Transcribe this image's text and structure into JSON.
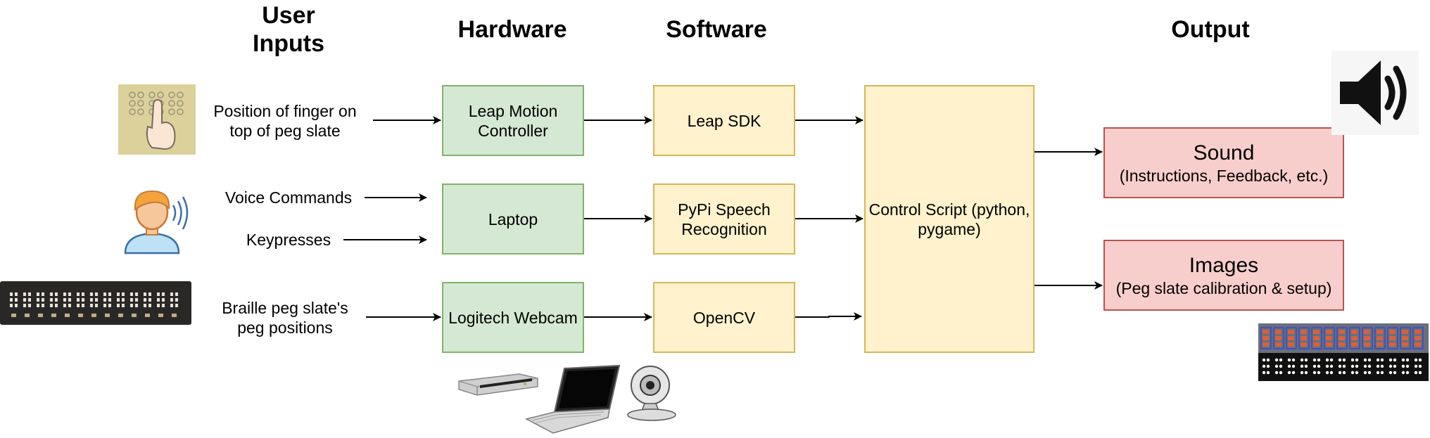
{
  "headers": {
    "user_inputs": "User\nInputs",
    "hardware": "Hardware",
    "software": "Software",
    "output": "Output"
  },
  "inputs": {
    "finger": "Position of finger on top of peg slate",
    "voice": "Voice Commands",
    "keys": "Keypresses",
    "braille": "Braille peg slate's peg positions"
  },
  "hardware": {
    "leap": "Leap Motion Controller",
    "laptop": "Laptop",
    "webcam": "Logitech Webcam"
  },
  "software": {
    "leap_sdk": "Leap SDK",
    "speech": "PyPi Speech Recognition",
    "opencv": "OpenCV"
  },
  "control": {
    "label": "Control Script (python, pygame)"
  },
  "outputs": {
    "sound_title": "Sound",
    "sound_sub": "(Instructions, Feedback, etc.)",
    "images_title": "Images",
    "images_sub": "(Peg slate calibration & setup)"
  },
  "colors": {
    "hardware_fill": "#d5e8d4",
    "hardware_border": "#82b366",
    "software_fill": "#fff2cc",
    "software_border": "#d6b656",
    "output_fill": "#f8cecc",
    "output_border": "#b85450"
  },
  "icons": [
    "peg-slate-finger-icon",
    "person-speaking-icon",
    "braille-slate-photo",
    "speaker-icon",
    "leap-device-icon",
    "laptop-icon",
    "webcam-icon",
    "calibration-image"
  ]
}
